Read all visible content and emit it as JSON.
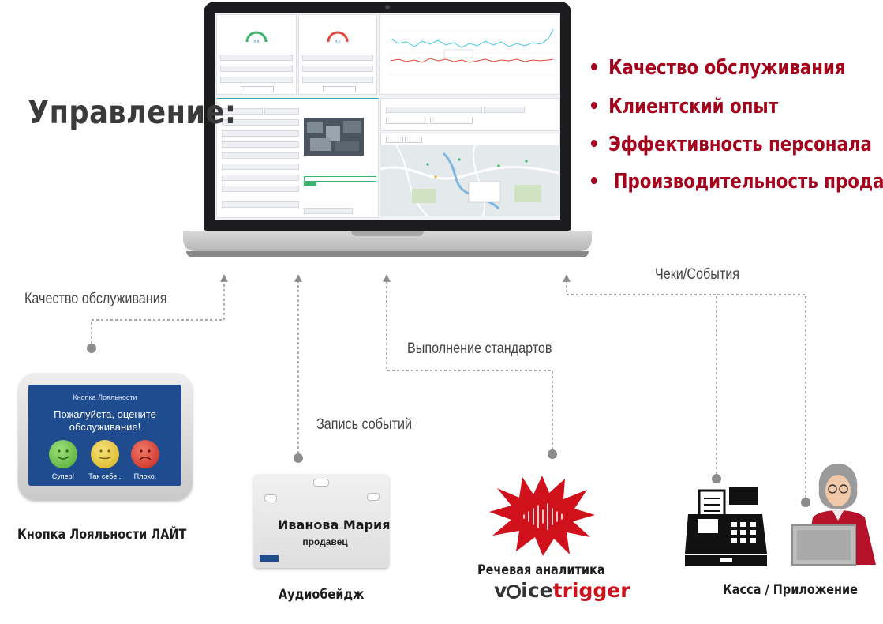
{
  "heading": "Управление:",
  "bullets": [
    "Качество обслуживания",
    "Клиентский опыт",
    "Эффективность персонала",
    "Производительность продаж"
  ],
  "flows": {
    "quality": "Качество обслуживания",
    "receipts": "Чеки/События",
    "standards": "Выполнение стандартов",
    "recording": "Запись событий"
  },
  "devices": {
    "loyalty": {
      "caption": "Кнопка Лояльности ЛАЙТ",
      "screen_header": "Кнопка Лояльности",
      "prompt_line1": "Пожалуйста, оцените",
      "prompt_line2": "обслуживание!",
      "options": [
        "Супер!",
        "Так себе...",
        "Плохо."
      ]
    },
    "badge": {
      "caption": "Аудиобейдж",
      "name": "Иванова Мария",
      "role": "продавец"
    },
    "speech": {
      "caption": "Речевая аналитика",
      "logo_part1": "v",
      "logo_part2": "ice",
      "logo_part3": "trigger"
    },
    "pos": {
      "caption": "Касса / Приложение"
    }
  },
  "colors": {
    "accent": "#a5001c",
    "heading": "#3a3a3a",
    "connector": "#8c8c8c",
    "device_screen": "#1f4c8f",
    "face_good": "#6cbf4a",
    "face_neutral": "#e3c53a",
    "face_bad": "#d9332b",
    "voice_logo": "#d0101a"
  }
}
